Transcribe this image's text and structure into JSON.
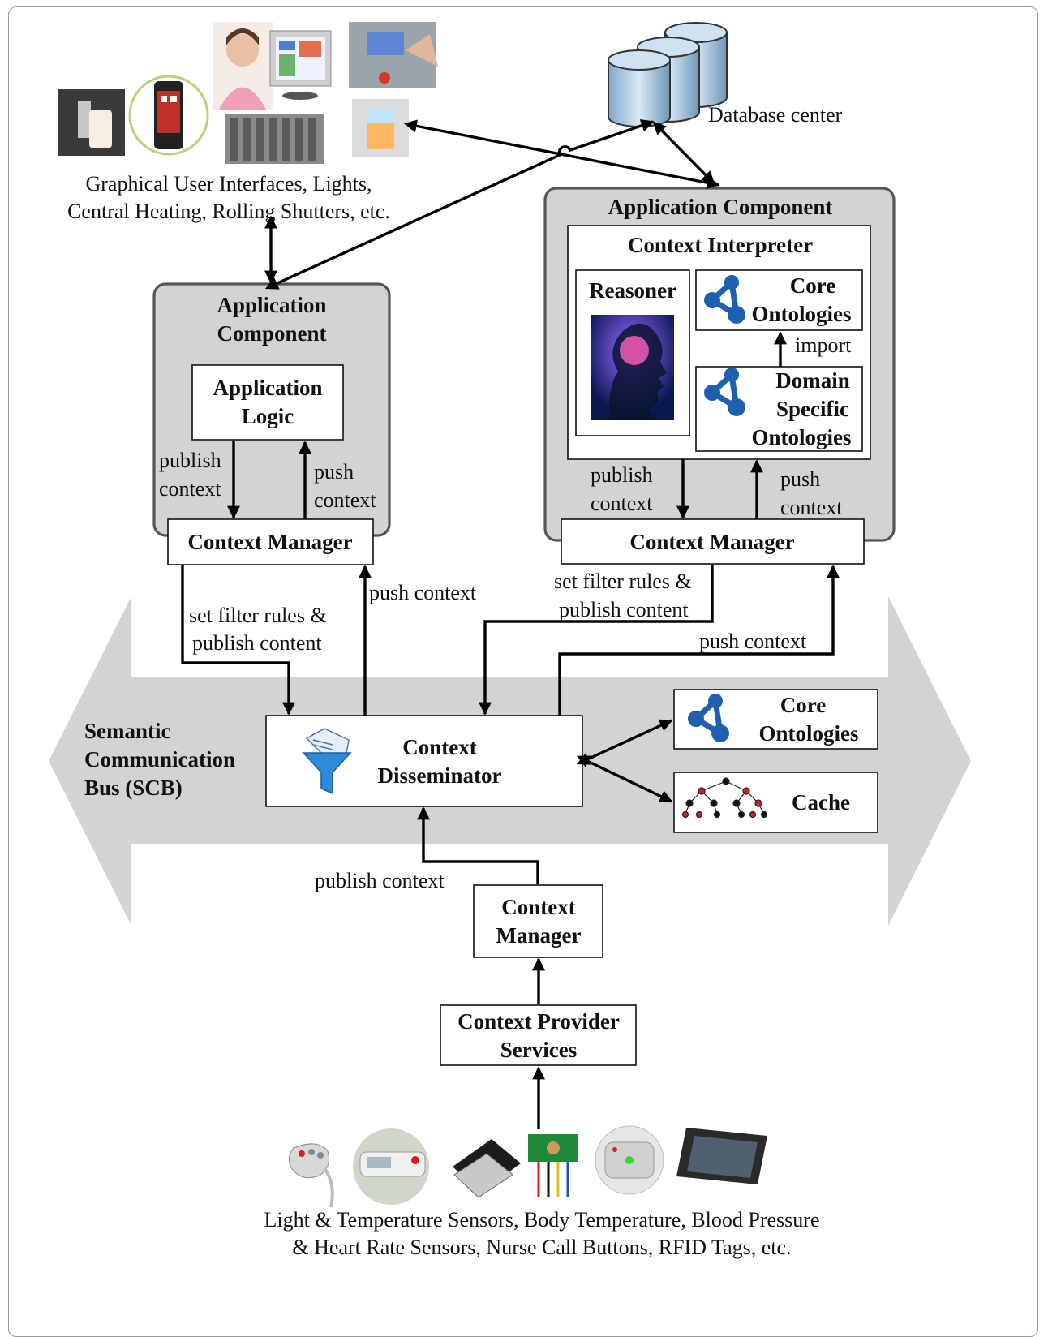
{
  "top_devices_caption": [
    "Graphical User Interfaces, Lights,",
    "Central Heating, Rolling Shutters, etc."
  ],
  "database_label": "Database center",
  "left_app": {
    "title": [
      "Application",
      "Component"
    ],
    "logic": [
      "Application",
      "Logic"
    ],
    "publish": [
      "publish",
      "context"
    ],
    "push": [
      "push",
      "context"
    ],
    "manager": "Context Manager"
  },
  "right_app": {
    "title": "Application Component",
    "interpreter": "Context Interpreter",
    "reasoner": "Reasoner",
    "core_ontologies": [
      "Core",
      "Ontologies"
    ],
    "import": "import",
    "domain_ontologies": [
      "Domain",
      "Specific",
      "Ontologies"
    ],
    "publish": [
      "publish",
      "context"
    ],
    "push": [
      "push",
      "context"
    ],
    "manager": "Context Manager"
  },
  "bus": {
    "label": [
      "Semantic",
      "Communication",
      "Bus (SCB)"
    ],
    "left_filter": [
      "set filter rules &",
      "publish content"
    ],
    "left_push": "push context",
    "right_filter": [
      "set filter rules &",
      "publish content"
    ],
    "right_push": "push context",
    "disseminator": [
      "Context",
      "Disseminator"
    ],
    "core_ontologies": [
      "Core",
      "Ontologies"
    ],
    "cache": "Cache",
    "publish": "publish context"
  },
  "bottom": {
    "manager": [
      "Context",
      "Manager"
    ],
    "provider": [
      "Context Provider",
      "Services"
    ],
    "sensors_caption": [
      "Light & Temperature Sensors, Body Temperature, Blood Pressure",
      "& Heart Rate Sensors, Nurse Call Buttons, RFID Tags, etc."
    ]
  },
  "colors": {
    "bus_band": "#d3d3d3",
    "component_fill": "#d3d3d3",
    "ontology_icon": "#1f5fb0",
    "cache_red": "#d42020"
  },
  "icons": [
    "wall-lamp-icon",
    "smartphone-icon",
    "nurse-photo",
    "computer-monitor-icon",
    "radiator-icon",
    "control-panel-icon",
    "wall-light-icon",
    "database-icon",
    "brain-icon",
    "ontology-icon",
    "funnel-document-icon",
    "tree-cache-icon",
    "remote-button-icon",
    "thermometer-icon",
    "rfid-tag-icon",
    "light-sensor-icon",
    "call-button-icon",
    "sensor-chip-icon"
  ]
}
